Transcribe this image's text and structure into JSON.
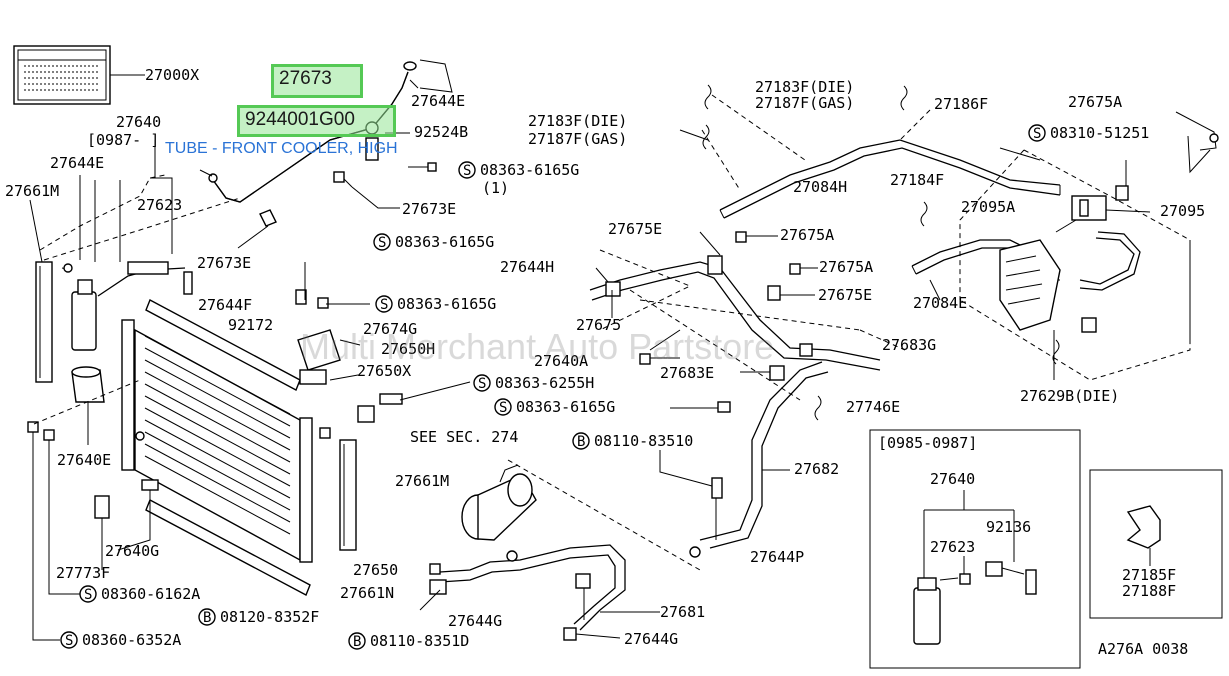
{
  "diagram": {
    "highlight": {
      "part_number": "27673",
      "code": "9244001G00",
      "description": "TUBE - FRONT COOLER, HIGH"
    },
    "watermark": "Multi Merchant Auto Partstore",
    "ref_code": "A276A 0038",
    "inset_a": {
      "range": "[0985-0987]",
      "labels": [
        "27640",
        "27623",
        "92136"
      ]
    },
    "inset_b": {
      "labels": [
        "27185F",
        "27188F"
      ]
    },
    "labels": {
      "l27000X": "27000X",
      "l27644E_a": "27644E",
      "l92524B": "92524B",
      "l27640": "27640",
      "l0987": "[0987-   ]",
      "l27644E_b": "27644E",
      "l27661M_a": "27661M",
      "l27623": "27623",
      "l27673E_a": "27673E",
      "l27673E_b": "27673E",
      "l08363_a": "08363-6165G",
      "l1": "(1)",
      "l08363_b": "08363-6165G",
      "l08363_c": "08363-6165G",
      "l27644F": "27644F",
      "l92172": "92172",
      "l27674G": "27674G",
      "l27650H": "27650H",
      "l27650X": "27650X",
      "l08363_6255H": "08363-6255H",
      "l08363_d": "08363-6165G",
      "l27640E": "27640E",
      "lSEE": "SEE SEC. 274",
      "l08110_83510": "08110-83510",
      "l27661M_b": "27661M",
      "l27640G": "27640G",
      "l27773F": "27773F",
      "l27650": "27650",
      "l08360_6162A": "08360-6162A",
      "l27661N": "27661N",
      "l08120": "08120-8352F",
      "l27644G_a": "27644G",
      "l08110_8351D": "08110-8351D",
      "l27644G_b": "27644G",
      "l08360_6352A": "08360-6352A",
      "l27681": "27681",
      "l27644P": "27644P",
      "l27682": "27682",
      "l27746E": "27746E",
      "l27683E": "27683E",
      "l27683G": "27683G",
      "l27640A": "27640A",
      "l27675": "27675",
      "l27675E_a": "27675E",
      "l27675A_a": "27675A",
      "l27675A_b": "27675A",
      "l27675E_b": "27675E",
      "l27644H": "27644H",
      "l27183F_a": "27183F(DIE)",
      "l27187F_a": "27187F(GAS)",
      "l27186F": "27186F",
      "l27183F_b": "27183F(DIE)",
      "l27187F_b": "27187F(GAS)",
      "l27084H": "27084H",
      "l27184F": "27184F",
      "l27095A": "27095A",
      "l27095": "27095",
      "l27084E": "27084E",
      "l27629B": "27629B(DIE)",
      "l27675A_c": "27675A",
      "l08310": "08310-51251"
    }
  }
}
